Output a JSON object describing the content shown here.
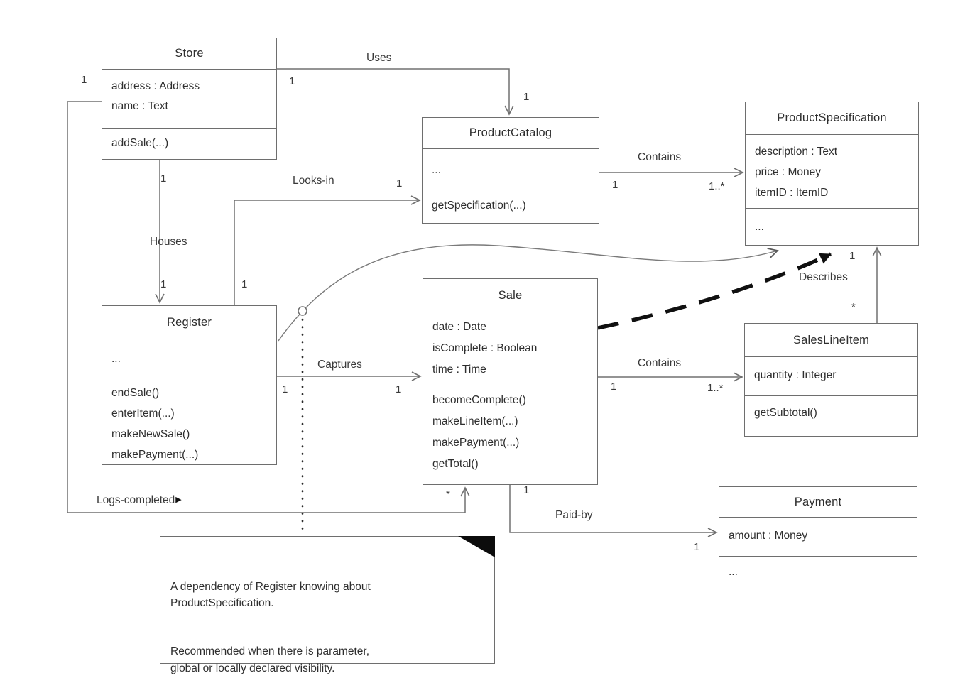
{
  "colors": {
    "line": "#707070",
    "text": "#2e2e2e",
    "dependency_dash": "#101010",
    "background": "#ffffff"
  },
  "classes": {
    "store": {
      "name": "Store",
      "attributes": [
        "address : Address",
        "name : Text"
      ],
      "methods": [
        "addSale(...)"
      ]
    },
    "product_catalog": {
      "name": "ProductCatalog",
      "attributes": [
        "..."
      ],
      "methods": [
        "getSpecification(...)"
      ]
    },
    "product_specification": {
      "name": "ProductSpecification",
      "attributes": [
        "description : Text",
        "price : Money",
        "itemID : ItemID"
      ],
      "methods": [
        "..."
      ]
    },
    "register": {
      "name": "Register",
      "attributes": [
        "..."
      ],
      "methods": [
        "endSale()",
        "enterItem(...)",
        "makeNewSale()",
        "makePayment(...)"
      ]
    },
    "sale": {
      "name": "Sale",
      "attributes": [
        "date : Date",
        "isComplete : Boolean",
        "time : Time"
      ],
      "methods": [
        "becomeComplete()",
        "makeLineItem(...)",
        "makePayment(...)",
        "getTotal()"
      ]
    },
    "sales_line_item": {
      "name": "SalesLineItem",
      "attributes": [
        "quantity : Integer"
      ],
      "methods": [
        "getSubtotal()"
      ]
    },
    "payment": {
      "name": "Payment",
      "attributes": [
        "amount : Money"
      ],
      "methods": [
        "..."
      ]
    }
  },
  "associations": {
    "uses": {
      "label": "Uses",
      "store_mult": "1",
      "catalog_mult": "1"
    },
    "houses": {
      "label": "Houses",
      "store_mult": "1",
      "register_mult": "1"
    },
    "looks_in": {
      "label": "Looks-in",
      "register_mult": "1",
      "catalog_mult": "1"
    },
    "captures": {
      "label": "Captures",
      "register_mult": "1",
      "sale_mult": "1"
    },
    "contains_specs": {
      "label": "Contains",
      "catalog_mult": "1",
      "spec_mult": "1..*"
    },
    "contains_items": {
      "label": "Contains",
      "sale_mult": "1",
      "item_mult": "1..*"
    },
    "describes": {
      "label": "Describes",
      "spec_mult": "1",
      "item_mult": "*"
    },
    "paid_by": {
      "label": "Paid-by",
      "sale_mult": "1",
      "payment_mult": "1"
    },
    "logs_completed": {
      "label": "Logs-completed",
      "direction_icon": "▶",
      "store_mult": "1",
      "sale_mult": "*"
    }
  },
  "note": {
    "paragraph1": "A dependency of Register knowing about\nProductSpecification.",
    "paragraph2": "Recommended when there is parameter,\nglobal or locally declared visibility."
  }
}
